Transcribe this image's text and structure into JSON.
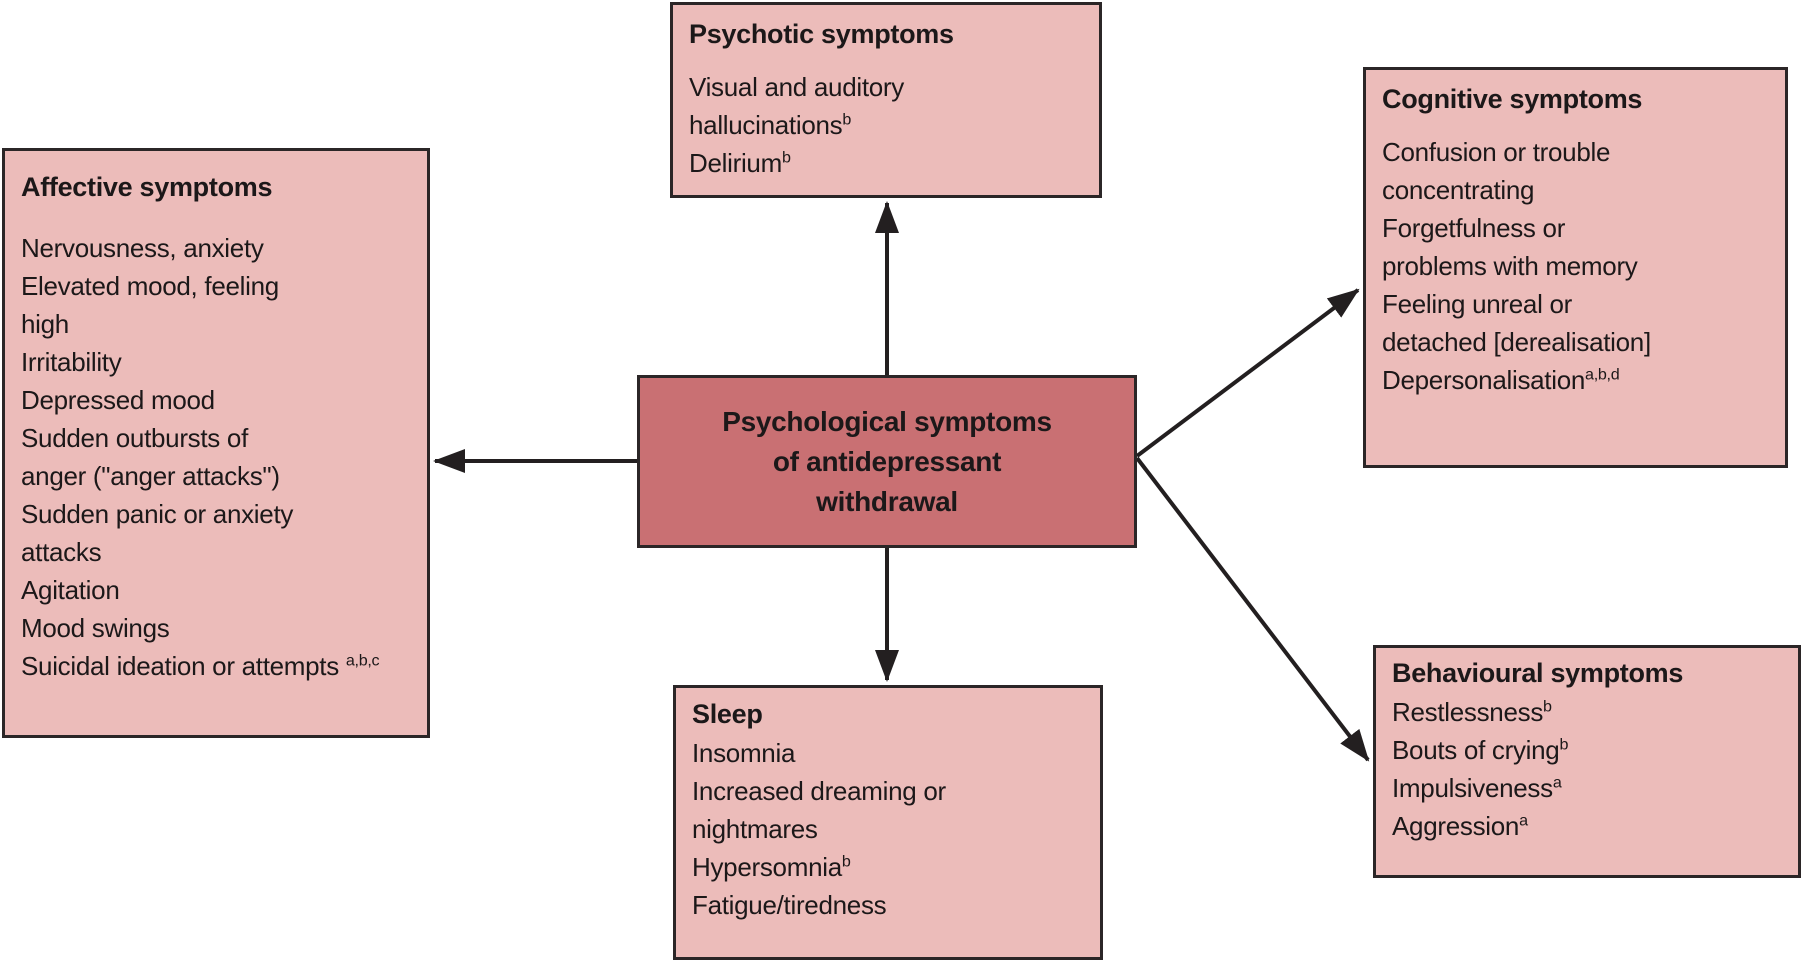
{
  "figure": {
    "background": "#ffffff",
    "colors": {
      "box_fill": "#ecbcba",
      "center_fill": "#c97073",
      "border": "#2b2627",
      "arrow": "#231f20",
      "text": "#1c1819"
    }
  },
  "center": {
    "lines": [
      "Psychological symptoms",
      "of antidepressant",
      "withdrawal"
    ]
  },
  "boxes": {
    "affective": {
      "title": "Affective symptoms",
      "lines": [
        {
          "text": "Nervousness, anxiety"
        },
        {
          "text": "Elevated mood, feeling"
        },
        {
          "text": "high"
        },
        {
          "text": "Irritability"
        },
        {
          "text": "Depressed mood"
        },
        {
          "text": "Sudden outbursts of"
        },
        {
          "text": "anger (\"anger attacks\")"
        },
        {
          "text": "Sudden panic or anxiety"
        },
        {
          "text": "attacks"
        },
        {
          "text": "Agitation"
        },
        {
          "text": "Mood swings"
        },
        {
          "text": "Suicidal ideation or attempts ",
          "sup": "a,b,c"
        }
      ]
    },
    "psychotic": {
      "title": "Psychotic symptoms",
      "lines": [
        {
          "text": "Visual and auditory"
        },
        {
          "text": "hallucinations",
          "sup": "b"
        },
        {
          "text": "Delirium",
          "sup": "b"
        }
      ]
    },
    "cognitive": {
      "title": "Cognitive symptoms",
      "lines": [
        {
          "text": "Confusion or trouble"
        },
        {
          "text": "concentrating"
        },
        {
          "text": "Forgetfulness or"
        },
        {
          "text": "problems with memory"
        },
        {
          "text": "Feeling unreal or"
        },
        {
          "text": "detached [derealisation]"
        },
        {
          "text": "Depersonalisation",
          "sup": "a,b,d"
        }
      ]
    },
    "behavioural": {
      "title": "Behavioural symptoms",
      "lines": [
        {
          "text": "Restlessness",
          "sup": "b"
        },
        {
          "text": "Bouts of crying",
          "sup": "b"
        },
        {
          "text": "Impulsiveness",
          "sup": "a"
        },
        {
          "text": "Aggression",
          "sup": "a"
        }
      ]
    },
    "sleep": {
      "title": "Sleep",
      "lines": [
        {
          "text": "Insomnia"
        },
        {
          "text": "Increased dreaming or"
        },
        {
          "text": "nightmares"
        },
        {
          "text": "Hypersomnia",
          "sup": "b"
        },
        {
          "text": "Fatigue/tiredness"
        }
      ]
    }
  }
}
